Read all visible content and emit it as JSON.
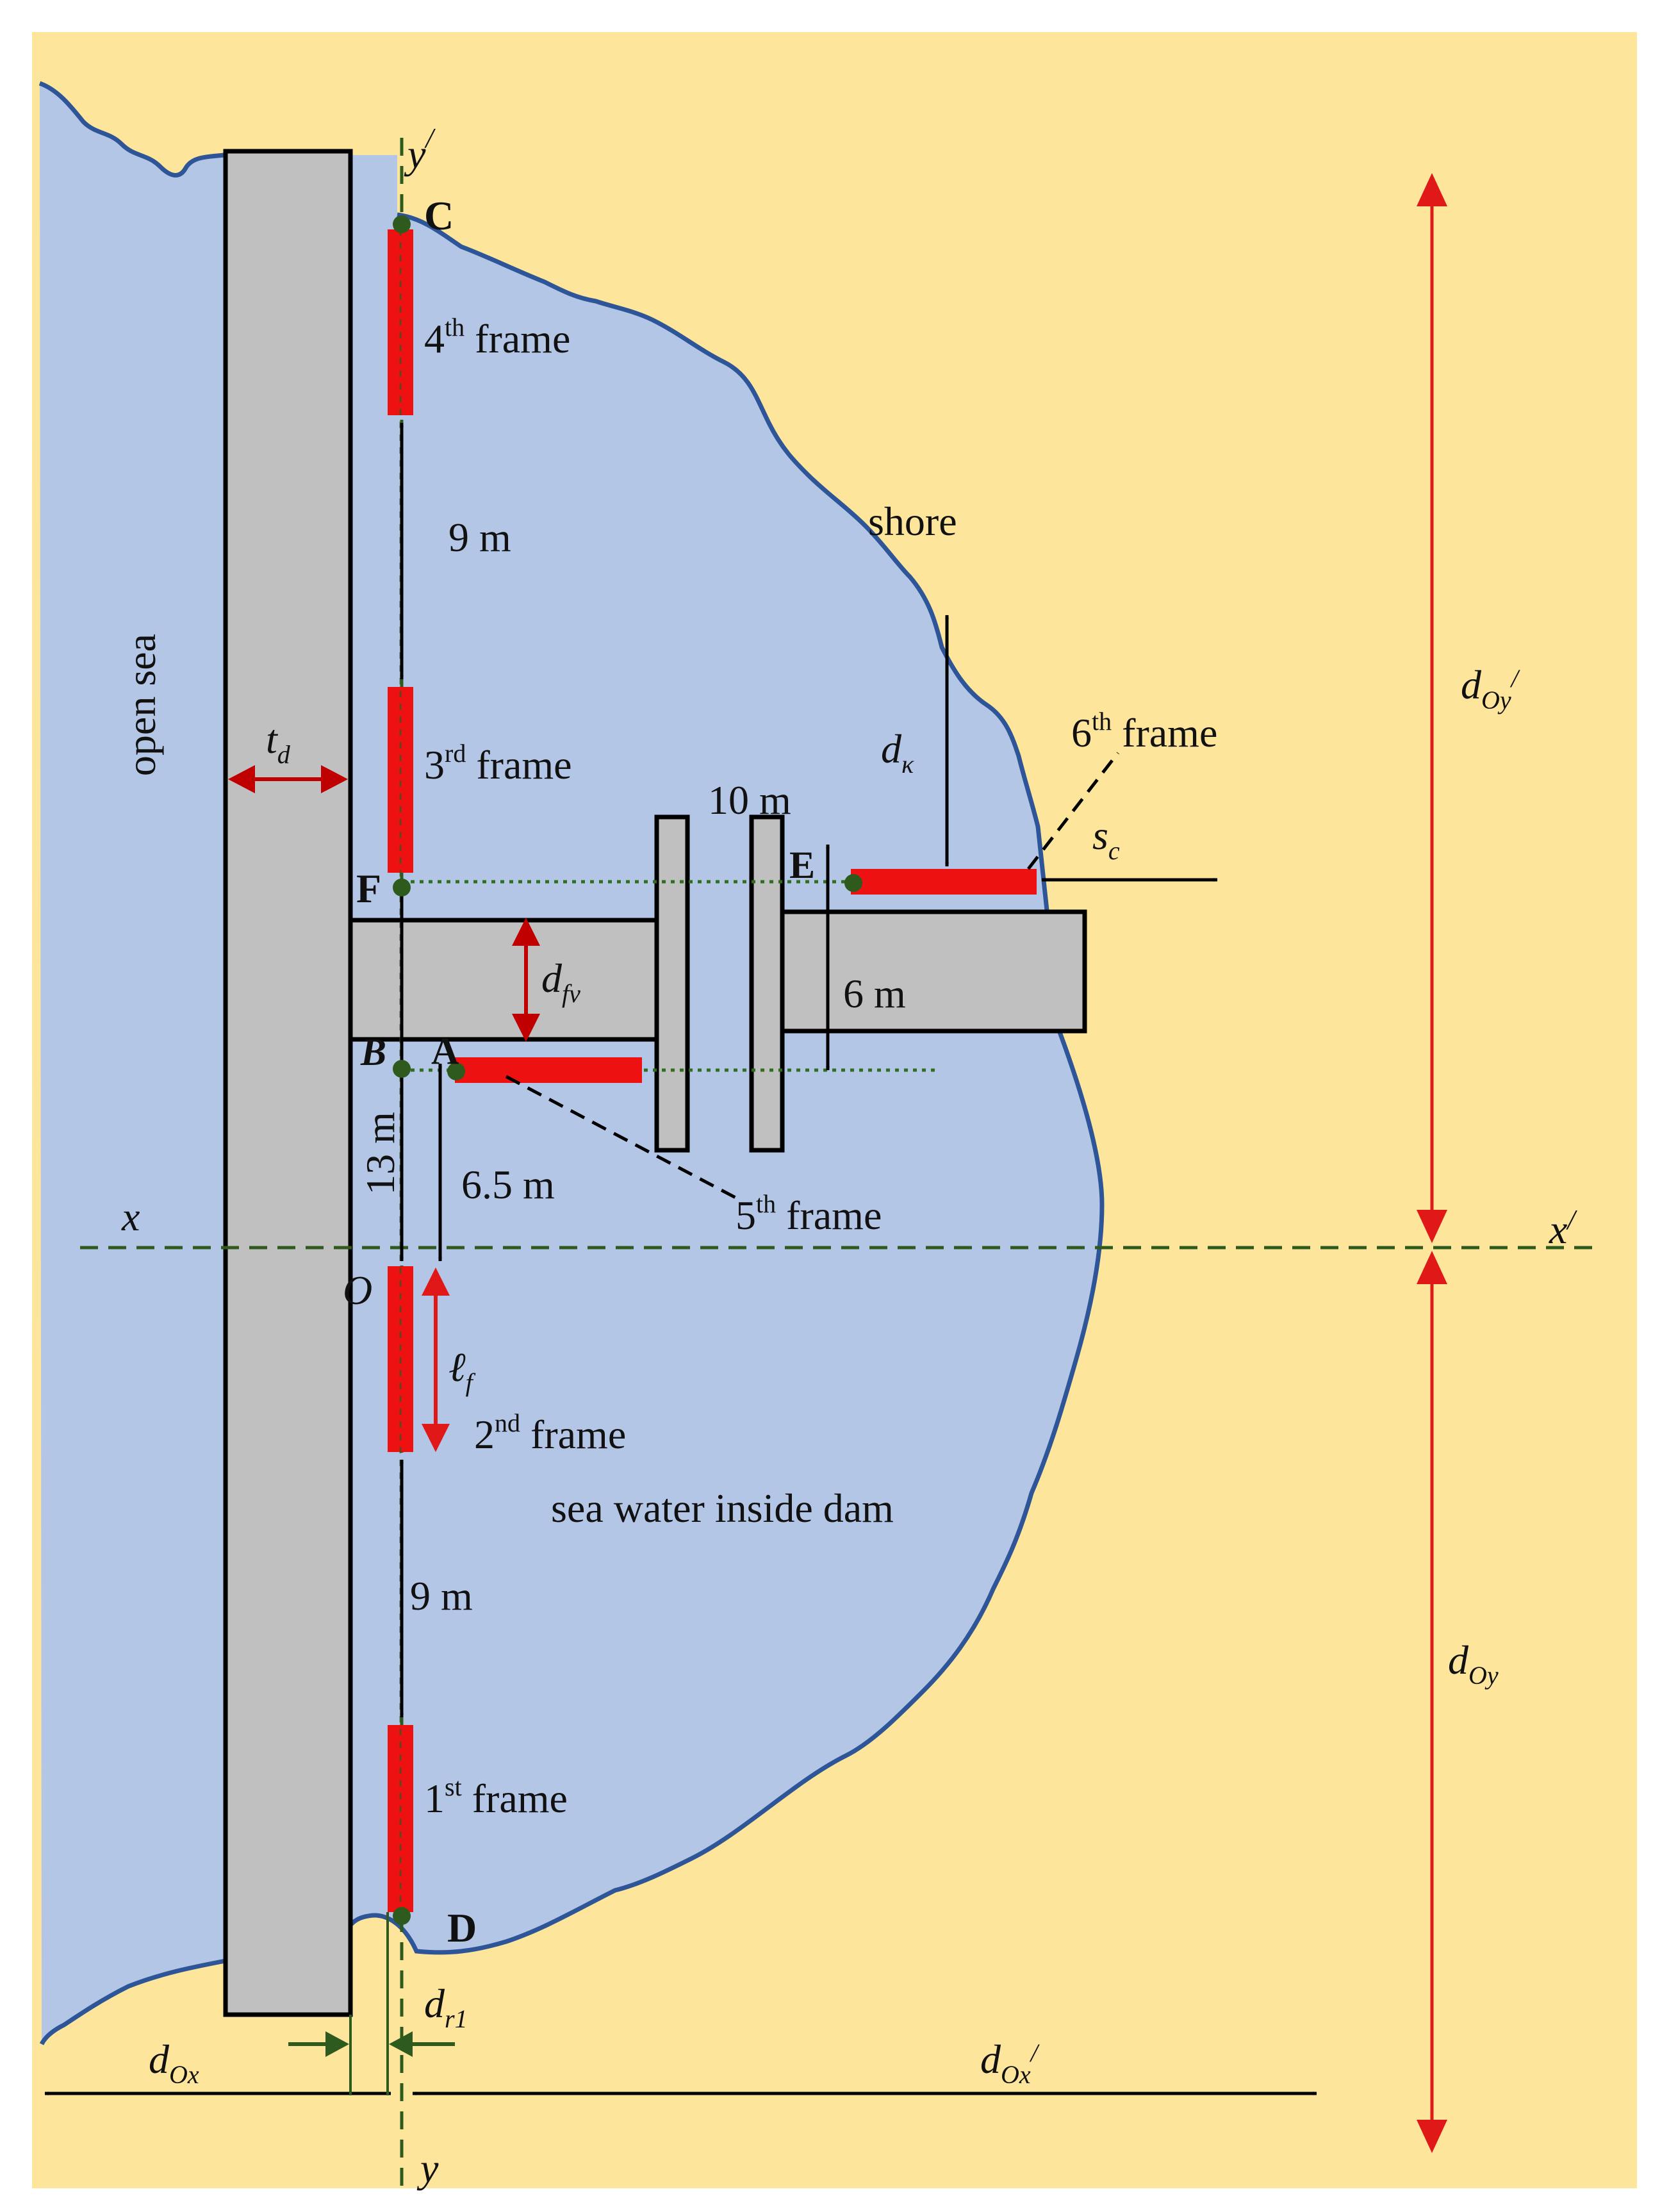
{
  "colors": {
    "sand": "#FDE59C",
    "water": "#B4C6E6",
    "shoreline": "#2E5597",
    "concrete": "#C0C0C0",
    "frame": "#EE1111",
    "axis": "#2E5A1E",
    "red_dim": "#E01818",
    "dark_red_dim": "#C00000",
    "black": "#000000"
  },
  "labels": {
    "open_sea": "open sea",
    "shore": "shore",
    "sea_water": "sea water inside dam",
    "frame4": {
      "num": "4",
      "sup": "th",
      "rest": " frame"
    },
    "frame3": {
      "num": "3",
      "sup": "rd",
      "rest": " frame"
    },
    "frame2": {
      "num": "2",
      "sup": "nd",
      "rest": " frame"
    },
    "frame1": {
      "num": "1",
      "sup": "st",
      "rest": " frame"
    },
    "frame5": {
      "num": "5",
      "sup": "th",
      "rest": " frame"
    },
    "frame6": {
      "num": "6",
      "sup": "th",
      "rest": " frame"
    },
    "dim_9m_top": "9 m",
    "dim_9m_bottom": "9 m",
    "dim_10m": "10 m",
    "dim_6m": "6 m",
    "dim_13m": "13 m",
    "dim_6_5m": "6.5 m",
    "point_C": "C",
    "point_D": "D",
    "point_F": "F",
    "point_E": "E",
    "point_A": "A",
    "point_B": "B",
    "point_O": "O",
    "axis_x": "x",
    "axis_x_prime": {
      "main": "x",
      "mark": "/"
    },
    "axis_y": "y",
    "axis_y_prime": {
      "main": "y",
      "mark": "/"
    },
    "t_d": {
      "main": "t",
      "sub": "d"
    },
    "d_fv": {
      "main": "d",
      "sub": "fv"
    },
    "d_k": {
      "main": "d",
      "sub": "κ"
    },
    "s_c": {
      "main": "s",
      "sub": "c"
    },
    "l_f": {
      "main": "ℓ",
      "sub": "f"
    },
    "d_r1": {
      "main": "d",
      "sub": "r1"
    },
    "d_Ox": {
      "main": "d",
      "sub": "Ox"
    },
    "d_Ox_prime": {
      "main": "d",
      "sub": "Ox",
      "mark": "/"
    },
    "d_Oy": {
      "main": "d",
      "sub": "Oy"
    },
    "d_Oy_prime": {
      "main": "d",
      "sub": "Oy",
      "mark": "/"
    }
  }
}
